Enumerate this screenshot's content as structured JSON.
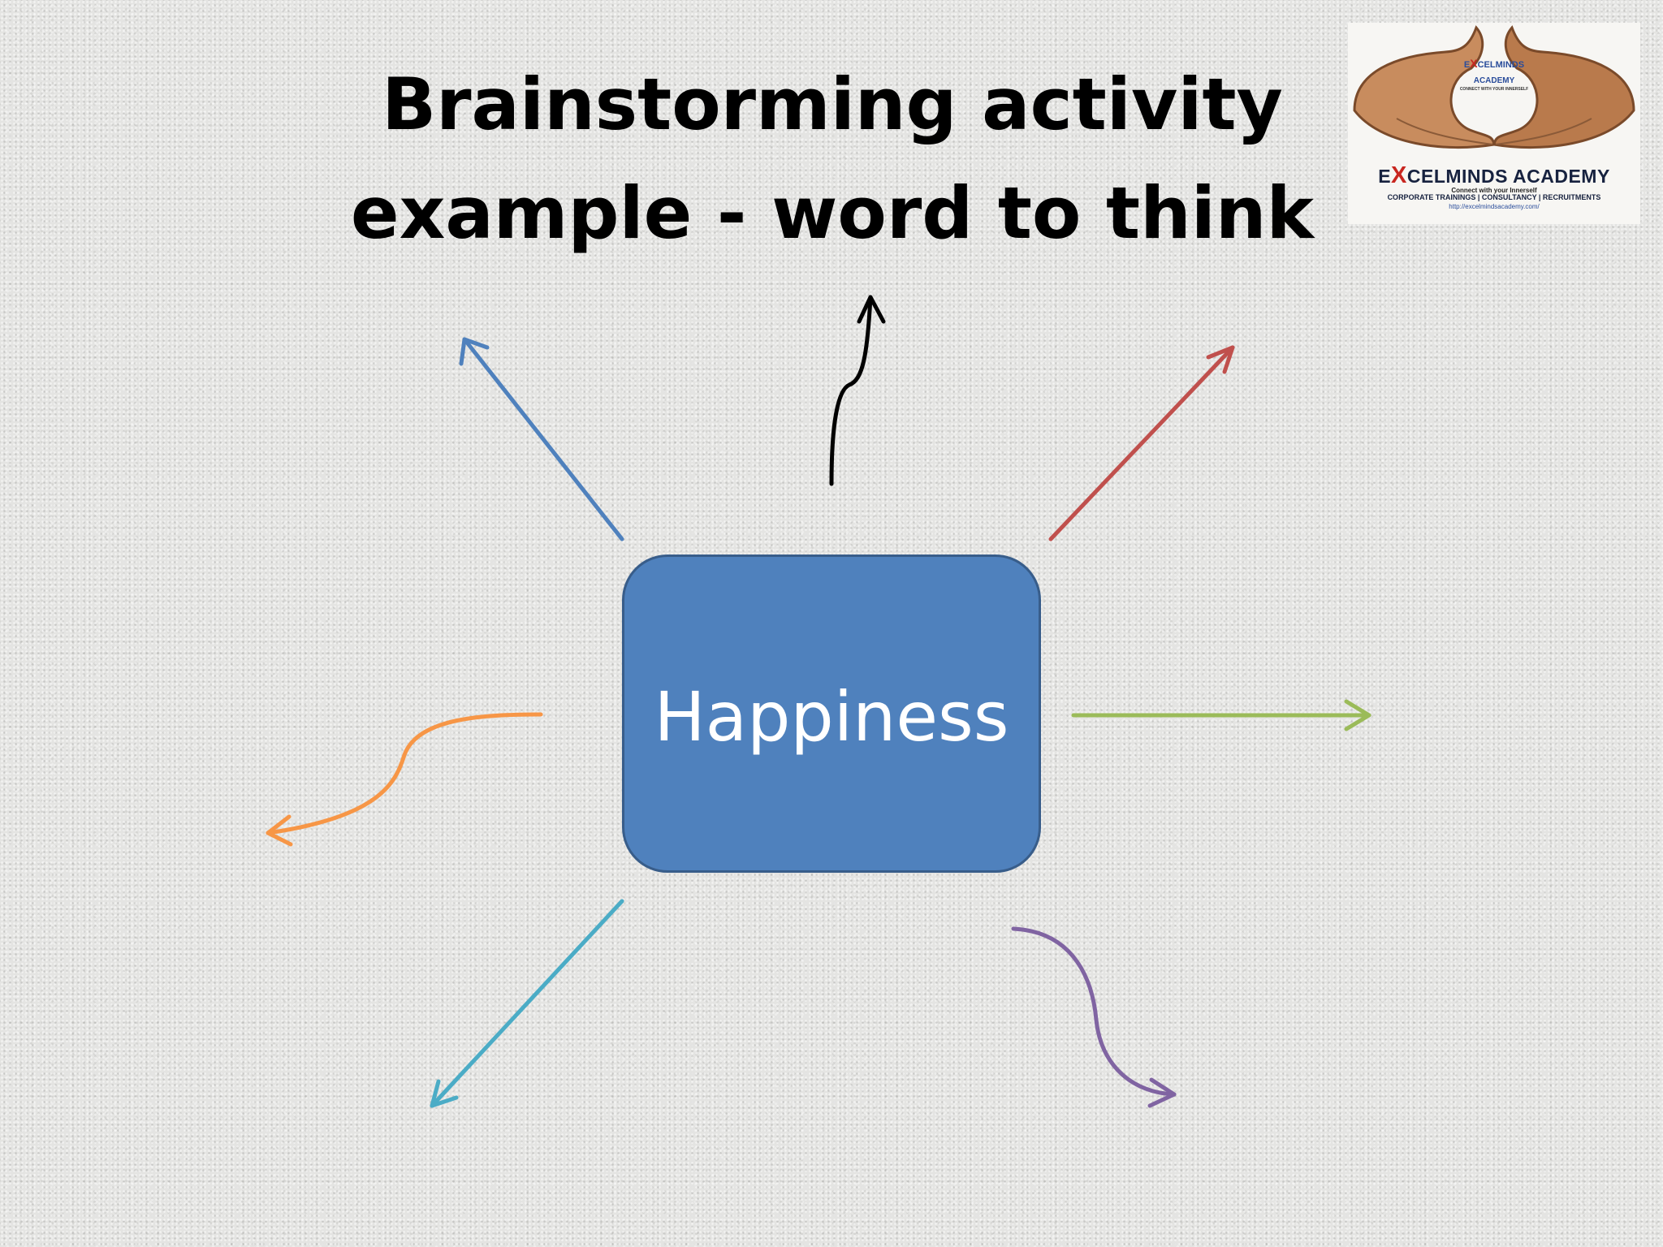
{
  "title": {
    "line1": "Brainstorming activity",
    "line2": "example - word to think"
  },
  "logo": {
    "badge_line1_x": "X",
    "badge_line1_rest": "CELMINDS",
    "badge_line1_e": "E",
    "badge_line2": "ACADEMY",
    "badge_line3": "CONNECT WITH YOUR INNERSELF",
    "name_e": "E",
    "name_x": "X",
    "name_rest": "CELMINDS ACADEMY",
    "tagline": "Connect with your Innerself",
    "services": "CORPORATE TRAININGS | CONSULTANCY | RECRUITMENTS",
    "url": "http://excelmindsacademy.com/"
  },
  "center_word": "Happiness",
  "colors": {
    "box_fill": "#4f81bd",
    "box_border": "#385d8a",
    "arrow_blue": "#4f81bd",
    "arrow_black": "#000000",
    "arrow_red": "#c0504d",
    "arrow_green": "#9bbb59",
    "arrow_purple": "#8064a2",
    "arrow_teal": "#4bacc6",
    "arrow_orange": "#f79646"
  }
}
